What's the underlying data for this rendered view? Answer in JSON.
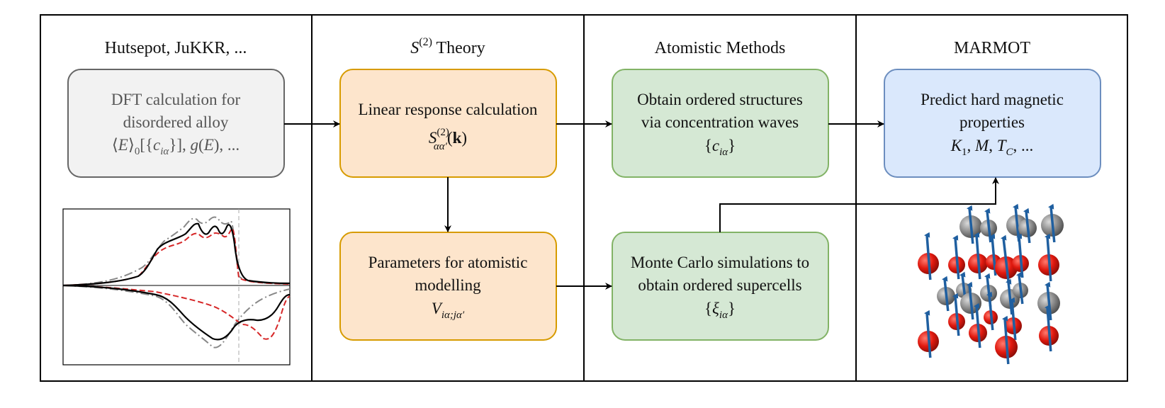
{
  "columns": [
    {
      "title": "Hutsepot, JuKKR, ...",
      "box": {
        "lines": [
          "DFT calculation for",
          "disordered alloy"
        ],
        "formula": "⟨E⟩₀[{c_iα}], g(E), ...",
        "formula_parts": [
          "⟨",
          "E",
          "⟩",
          "0",
          "[{",
          "c",
          "iα",
          "}], ",
          "g",
          "(",
          "E",
          "), ..."
        ]
      }
    },
    {
      "title_prefix": "S",
      "title_sup": "(2)",
      "title_suffix": " Theory",
      "box_top": {
        "lines": [
          "Linear response calculation"
        ],
        "formula": "S^(2)_αα'(k)",
        "formula_parts": [
          "S",
          "(2)",
          "αα′",
          "(",
          "k",
          ")"
        ]
      },
      "box_bottom": {
        "lines": [
          "Parameters for atomistic",
          "modelling"
        ],
        "formula": "V_iα;jα'",
        "formula_parts": [
          "V",
          "iα;jα′"
        ]
      }
    },
    {
      "title": "Atomistic Methods",
      "box_top": {
        "lines": [
          "Obtain ordered structures",
          "via concentration waves"
        ],
        "formula": "{c_iα}",
        "formula_parts": [
          "{",
          "c",
          "iα",
          "}"
        ]
      },
      "box_bottom": {
        "lines": [
          "Monte Carlo simulations to",
          "obtain ordered supercells"
        ],
        "formula": "{ξ_iα}",
        "formula_parts": [
          "{",
          "ξ",
          "iα",
          "}"
        ]
      }
    },
    {
      "title": "MARMOT",
      "box": {
        "lines": [
          "Predict hard magnetic",
          "properties"
        ],
        "formula": "K1, M, TC, ...",
        "formula_parts": [
          "K",
          "1",
          ", ",
          "M",
          ", ",
          "T",
          "C",
          ", ..."
        ]
      }
    }
  ],
  "colors": {
    "gray_fill": "#f2f2f2",
    "gray_stroke": "#666666",
    "orange_fill": "#fde5cc",
    "orange_stroke": "#d79b00",
    "green_fill": "#d5e8d4",
    "green_stroke": "#82b366",
    "blue_fill": "#dae8fc",
    "blue_stroke": "#6c8ebf",
    "dos_black": "#000000",
    "dos_red": "#d62728",
    "dos_gray": "#888888",
    "atom_red": "#e0190f",
    "atom_gray": "#8c8c8c",
    "spin_arrow": "#1f5fa0"
  }
}
